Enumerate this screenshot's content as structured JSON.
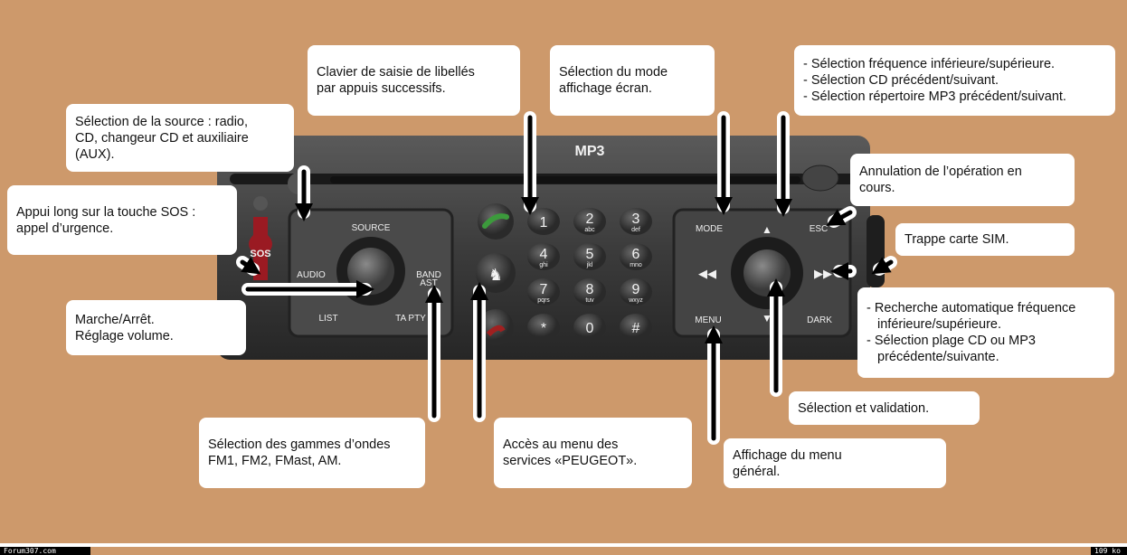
{
  "radio": {
    "brand_label": "MP3",
    "buttons": {
      "source": "SOURCE",
      "audio": "AUDIO",
      "band": "BAND",
      "band_sub": "AST",
      "list": "LIST",
      "ta_pty": "TA PTY",
      "sos": "SOS",
      "mode": "MODE",
      "esc": "ESC",
      "menu": "MENU",
      "dark": "DARK"
    },
    "keypad": [
      {
        "d": "1",
        "s": ""
      },
      {
        "d": "2",
        "s": "abc"
      },
      {
        "d": "3",
        "s": "def"
      },
      {
        "d": "4",
        "s": "ghi"
      },
      {
        "d": "5",
        "s": "jkl"
      },
      {
        "d": "6",
        "s": "mno"
      },
      {
        "d": "7",
        "s": "pqrs"
      },
      {
        "d": "8",
        "s": "tuv"
      },
      {
        "d": "9",
        "s": "wxyz"
      },
      {
        "d": "*",
        "s": ""
      },
      {
        "d": "0",
        "s": ""
      },
      {
        "d": "#",
        "s": ""
      }
    ]
  },
  "callouts": {
    "keypad": [
      "Clavier de saisie de libellés",
      "par appuis successifs."
    ],
    "mode": [
      "Sélection du mode",
      "affichage écran."
    ],
    "top_right": [
      "- Sélection fréquence inférieure/supérieure.",
      "- Sélection CD précédent/suivant.",
      "- Sélection répertoire MP3 précédent/suivant."
    ],
    "source": [
      "Sélection de la source : radio,",
      "CD, changeur CD et auxiliaire",
      "(AUX)."
    ],
    "sos": [
      "Appui long sur la touche SOS :",
      "appel d’urgence."
    ],
    "esc": [
      "Annulation de l’opération en",
      "cours."
    ],
    "sim": [
      "Trappe carte SIM."
    ],
    "search": [
      "- Recherche automatique fréquence",
      "inférieure/supérieure.",
      "- Sélection plage CD ou MP3",
      "précédente/suivante."
    ],
    "power": [
      "Marche/Arrêt.",
      "Réglage volume."
    ],
    "validate": [
      "Sélection et validation."
    ],
    "band": [
      "Sélection des gammes d’ondes",
      "FM1, FM2, FMast, AM."
    ],
    "peugeot": [
      "Accès au menu des",
      "services «PEUGEOT»."
    ],
    "menu": [
      "Affichage du menu",
      "général."
    ]
  },
  "footer": {
    "site": "Forum307.com",
    "size": "109 ko"
  }
}
